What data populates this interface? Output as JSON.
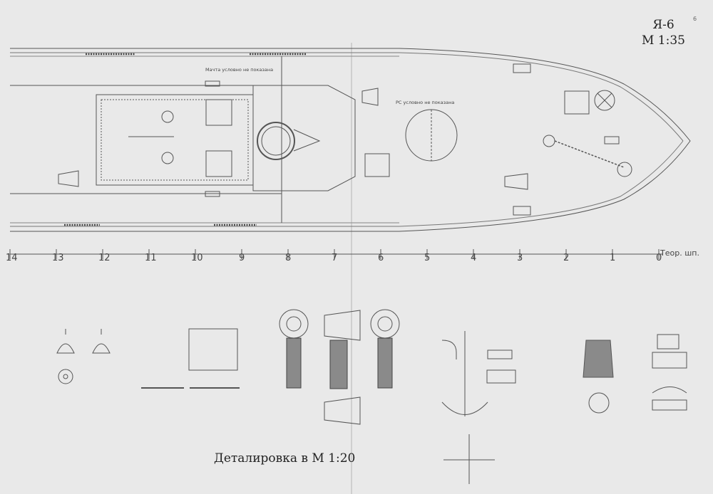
{
  "sheet": {
    "title": "Я-6",
    "scale_main": "М 1:35",
    "page_number": "6",
    "detail_caption": "Деталировка в  М  1:20",
    "notes": {
      "mast": "Мачта условно не показана",
      "rs": "РС условно не показана"
    },
    "theoretical_frames_label": "Теор. шп.",
    "frame_labels": [
      "14",
      "13",
      "12",
      "11",
      "10",
      "9",
      "8",
      "7",
      "6",
      "5",
      "4",
      "3",
      "2",
      "1",
      "0"
    ]
  },
  "colors": {
    "paper": "#e9e9e9",
    "line": "#555555",
    "fill_dark": "#6a6a6a"
  },
  "icons": [
    "bell-icon",
    "hatch-icon",
    "ventilator-icon",
    "anchor-icon",
    "capstan-icon",
    "bollard-icon",
    "fairlead-icon",
    "porthole-icon"
  ]
}
